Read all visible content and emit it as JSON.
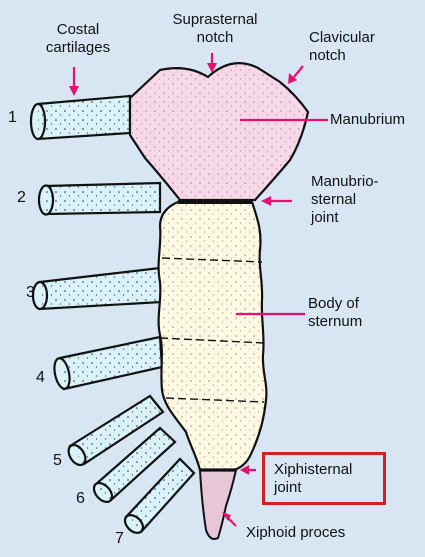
{
  "labels": {
    "costal_cartilages": "Costal\ncartilages",
    "suprasternal_notch": "Suprasternal\nnotch",
    "clavicular_notch": "Clavicular\nnotch",
    "manubrium": "Manubrium",
    "manubriosternal_joint": "Manubrio-\nsternal\njoint",
    "body_of_sternum": "Body of\nsternum",
    "xiphisternal_joint": "Xiphisternal\njoint",
    "xiphoid_process": "Xiphoid proces"
  },
  "rib_numbers": [
    "1",
    "2",
    "3",
    "4",
    "5",
    "6",
    "7"
  ],
  "colors": {
    "background": "#d8e6f3",
    "cartilage_fill": "#d9f1f8",
    "manubrium_fill": "#f6d8e9",
    "body_fill": "#fdf9e2",
    "xiphoid_fill": "#e7c6d8",
    "arrow": "#e6106f",
    "outline": "#111111",
    "highlight_box": "#d32020"
  }
}
